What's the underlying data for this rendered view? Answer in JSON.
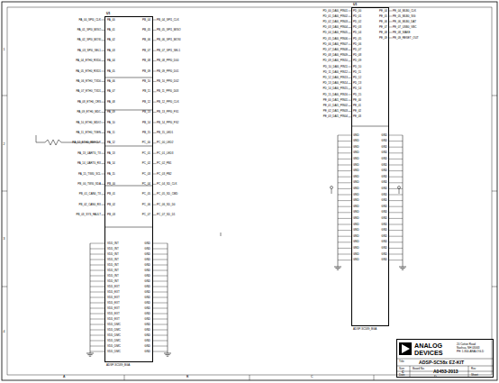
{
  "diagram": {
    "nodes": [
      {
        "text": [
          "U1",
          "ADSP-SC589_BGA"
        ]
      },
      {
        "text": [
          "U1",
          "ADSP-SC589_BGA"
        ]
      },
      {
        "text": [
          "ANALOG DEVICES",
          "20 Cotton Road",
          "Nashua, NH 03063",
          "PH: 1-800-ANALOG-D",
          "Title",
          "ADSP-SC58x EZ-KIT",
          "Size",
          "C",
          "Board No.",
          "A0453-2013",
          "Date",
          "Sheet",
          "Rev"
        ]
      }
    ],
    "labels": [
      "PA_00_SPI0_CLK",
      "PA_01_SPI0_MISO",
      "PA_02_SPI0_MOSI",
      "PA_03_SPI0_SEL1",
      "PA_04_ETH0_RXD0",
      "PA_05_ETH0_RXD1",
      "PA_06_ETH0_TXD0",
      "PA_07_ETH0_TXD1",
      "PA_08_ETH0_CRS",
      "PA_09_ETH0_MDC",
      "PA_10_ETH0_MDIO",
      "PA_11_ETH0_TXEN",
      "PA_12_ETH0_REFCLK",
      "PA_13_UART0_TX",
      "PA_14_UART0_RX",
      "PA_15_TWI0_SCL",
      "PB_00_TWI0_SDA",
      "PB_01_CAN0_TX",
      "PB_02_CAN0_RX",
      "PB_03_SYS_FAULT",
      "PA_00",
      "PA_01",
      "PA_02",
      "PA_03",
      "PA_04",
      "PA_05",
      "PA_06",
      "PA_07",
      "PA_08",
      "PA_09",
      "PA_10",
      "PA_11",
      "PA_12",
      "PA_13",
      "PA_14",
      "PA_15",
      "PB_00",
      "PB_01",
      "PB_02",
      "PB_03",
      "PB_04",
      "PB_05",
      "PB_06",
      "PB_07",
      "PB_08",
      "PB_09",
      "PB_10",
      "PB_11",
      "PB_12",
      "PB_13",
      "PB_14",
      "PB_15",
      "PC_00",
      "PC_01",
      "PC_02",
      "PC_03",
      "PC_04",
      "PC_05",
      "PC_06",
      "PC_07",
      "PB_04_SPI1_CLK",
      "PB_05_SPI1_MISO",
      "PB_06_SPI1_MOSI",
      "PB_07_SPI1_SEL1",
      "PB_08_PPI0_D00",
      "PB_09_PPI0_D01",
      "PB_10_PPI0_D02",
      "PB_11_PPI0_D03",
      "PB_12_PPI0_CLK",
      "PB_13_PPI0_FS1",
      "PB_14_PPI0_FS2",
      "PB_15_LED1",
      "PC_00_LED2",
      "PC_01_LED3",
      "PC_02_PB1",
      "PC_03_PB2",
      "PC_04_SD_CLK",
      "PC_05_SD_CMD",
      "PC_06_SD_D0",
      "PC_07_SD_D1",
      "VDD_INT",
      "VDD_INT",
      "VDD_INT",
      "VDD_INT",
      "VDD_INT",
      "VDD_INT",
      "VDD_INT",
      "VDD_INT",
      "VDD_EXT",
      "VDD_EXT",
      "VDD_EXT",
      "VDD_EXT",
      "VDD_EXT",
      "VDD_EXT",
      "VDD_EXT",
      "VDD_DMC",
      "VDD_DMC",
      "VDD_DMC",
      "VDD_DMC",
      "VDD_DMC",
      "VDD_DMC",
      "GND",
      "GND",
      "GND",
      "GND",
      "GND",
      "GND",
      "GND",
      "GND",
      "GND",
      "GND",
      "GND",
      "GND",
      "GND",
      "GND",
      "GND",
      "GND",
      "GND",
      "GND",
      "GND",
      "GND",
      "GND",
      "PD_00_DAI0_PIN01",
      "PD_01_DAI0_PIN02",
      "PD_02_DAI0_PIN03",
      "PD_03_DAI0_PIN04",
      "PD_04_DAI0_PIN05",
      "PD_05_DAI0_PIN06",
      "PD_06_DAI0_PIN07",
      "PD_07_DAI0_PIN08",
      "PD_08_DAI0_PIN09",
      "PD_09_DAI0_PIN10",
      "PD_10_DAI0_PIN11",
      "PD_11_DAI0_PIN12",
      "PD_12_DAI0_PIN13",
      "PD_13_DAI0_PIN14",
      "PD_14_DAI0_PIN15",
      "PD_15_DAI0_PIN16",
      "PE_00_DAI1_PIN01",
      "PE_01_DAI1_PIN02",
      "PE_02_DAI1_PIN03",
      "PE_03_DAI1_PIN04",
      "PD_00",
      "PD_01",
      "PD_02",
      "PD_03",
      "PD_04",
      "PD_05",
      "PD_06",
      "PD_07",
      "PD_08",
      "PD_09",
      "PD_10",
      "PD_11",
      "PD_12",
      "PD_13",
      "PD_14",
      "PD_15",
      "PE_00",
      "PE_01",
      "PE_02",
      "PE_03",
      "PE_04",
      "PE_05",
      "PE_06",
      "PE_07",
      "PE_08",
      "PE_09",
      "PE_04_MLB0_CLK",
      "PE_05_MLB0_SIG",
      "PE_06_MLB0_DAT",
      "PE_07_USB0_VBC",
      "PE_08_WAKE",
      "PE_09_RESET_OUT",
      "GND",
      "GND",
      "GND",
      "GND",
      "GND",
      "GND",
      "GND",
      "GND",
      "GND",
      "GND",
      "GND",
      "GND",
      "GND",
      "GND",
      "GND",
      "GND",
      "GND",
      "GND",
      "GND",
      "GND",
      "GND",
      "GND",
      "GND",
      "GND",
      "GND",
      "GND",
      "GND",
      "GND",
      "GND",
      "GND",
      "GND",
      "GND",
      "GND",
      "GND",
      "GND",
      "GND",
      "GND",
      "GND",
      "GND",
      "GND",
      "GND",
      "GND",
      "GND",
      "GND",
      "A",
      "B",
      "C",
      "D",
      "1",
      "2",
      "3",
      "4"
    ]
  }
}
